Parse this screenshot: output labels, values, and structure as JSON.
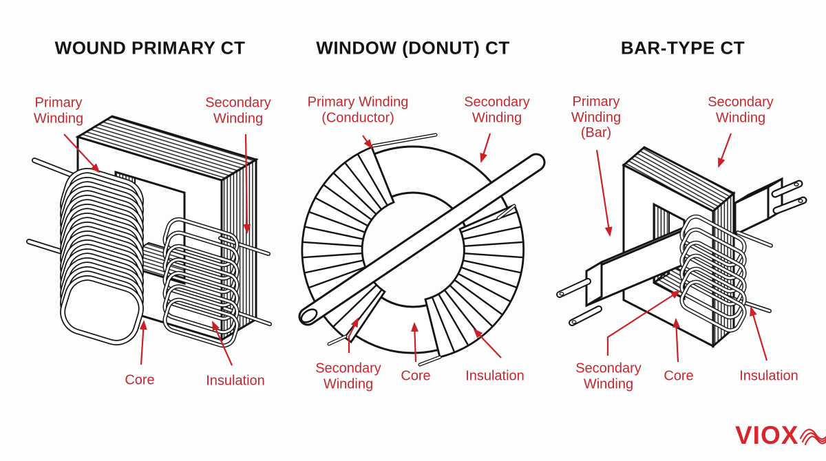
{
  "panels": [
    {
      "title": "WOUND PRIMARY CT",
      "labels": {
        "primary": "Primary\nWinding",
        "secondary": "Secondary\nWinding",
        "core": "Core",
        "insulation": "Insulation"
      }
    },
    {
      "title": "WINDOW (DONUT) CT",
      "labels": {
        "primary": "Primary Winding\n(Conductor)",
        "secondary_top": "Secondary\nWinding",
        "secondary_bottom": "Secondary\nWinding",
        "core": "Core",
        "insulation": "Insulation"
      }
    },
    {
      "title": "BAR-TYPE CT",
      "labels": {
        "primary": "Primary\nWinding\n(Bar)",
        "secondary_top": "Secondary\nWinding",
        "secondary_bottom": "Secondary\nWinding",
        "core": "Core",
        "insulation": "Insulation"
      }
    }
  ],
  "branding": {
    "logo_text": "VIOX",
    "logo_icon": "sine-wave-icon"
  },
  "colors": {
    "label_red": "#C2282E",
    "arrow_red": "#CB2026",
    "line_black": "#141414",
    "logo_red": "#D6252B",
    "background": "#FDFDFD"
  }
}
